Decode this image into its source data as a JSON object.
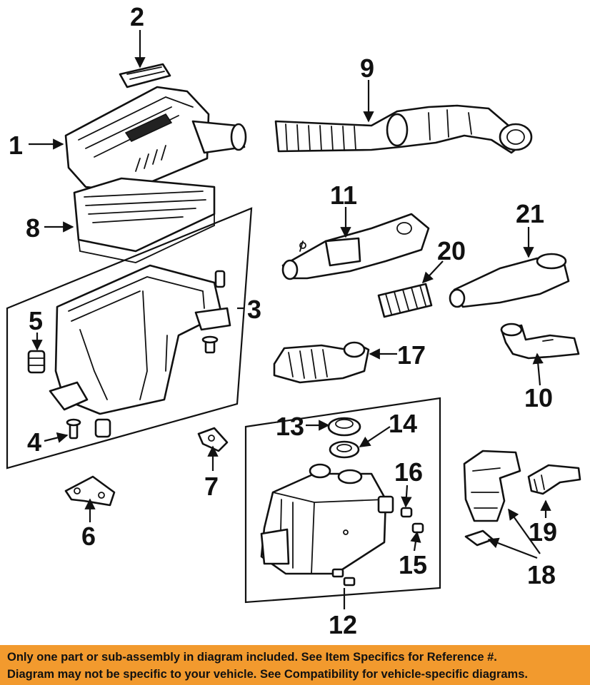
{
  "diagram": {
    "callouts": [
      "1",
      "2",
      "3",
      "4",
      "5",
      "6",
      "7",
      "8",
      "9",
      "10",
      "11",
      "12",
      "13",
      "14",
      "15",
      "16",
      "17",
      "18",
      "19",
      "20",
      "21"
    ]
  },
  "footer": {
    "line1": "Only one part or sub-assembly in diagram included. See Item Specifics for Reference #.",
    "line2": "Diagram may not be specific to your vehicle. See Compatibility for vehicle-specific diagrams."
  },
  "colors": {
    "banner": "#f29a2e",
    "ink": "#111111"
  }
}
